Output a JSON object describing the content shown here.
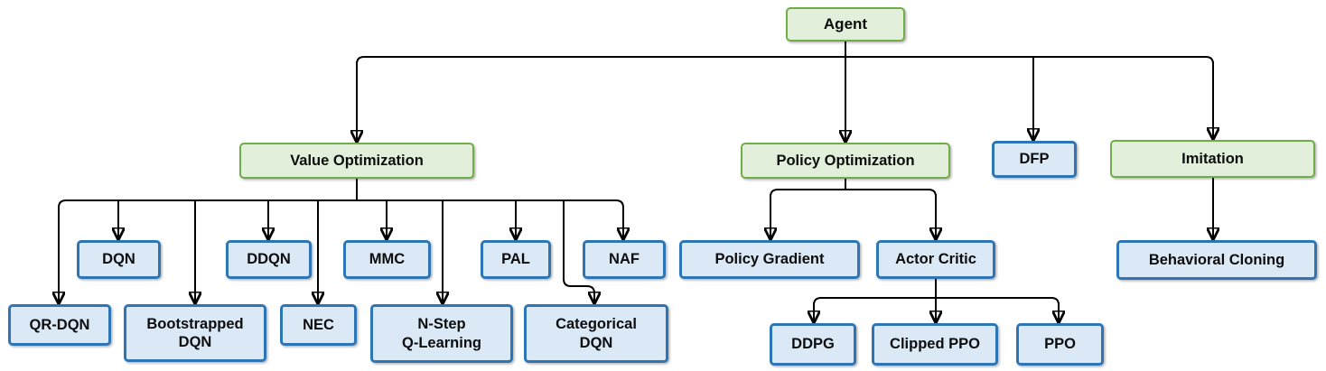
{
  "diagram": {
    "type": "hierarchy-tree",
    "subject": "Reinforcement learning agent algorithm taxonomy",
    "colors": {
      "category_fill": "#e2efda",
      "category_border": "#70ad47",
      "algorithm_fill": "#dbe9f7",
      "algorithm_border": "#2e75b6",
      "connector": "#000000",
      "text": "#0d0d0d",
      "background": "#ffffff"
    },
    "nodes": {
      "agent": {
        "label": "Agent",
        "type": "category"
      },
      "value_optimization": {
        "label": "Value Optimization",
        "type": "category"
      },
      "policy_optimization": {
        "label": "Policy Optimization",
        "type": "category"
      },
      "dfp": {
        "label": "DFP",
        "type": "algorithm"
      },
      "imitation": {
        "label": "Imitation",
        "type": "category"
      },
      "dqn": {
        "label": "DQN",
        "type": "algorithm"
      },
      "ddqn": {
        "label": "DDQN",
        "type": "algorithm"
      },
      "mmc": {
        "label": "MMC",
        "type": "algorithm"
      },
      "pal": {
        "label": "PAL",
        "type": "algorithm"
      },
      "naf": {
        "label": "NAF",
        "type": "algorithm"
      },
      "qr_dqn": {
        "label": "QR-DQN",
        "type": "algorithm"
      },
      "bootstrapped_dqn": {
        "label": "Bootstrapped\nDQN",
        "type": "algorithm"
      },
      "nec": {
        "label": "NEC",
        "type": "algorithm"
      },
      "n_step_q_learning": {
        "label": "N-Step\nQ-Learning",
        "type": "algorithm"
      },
      "categorical_dqn": {
        "label": "Categorical\nDQN",
        "type": "algorithm"
      },
      "policy_gradient": {
        "label": "Policy Gradient",
        "type": "algorithm"
      },
      "actor_critic": {
        "label": "Actor Critic",
        "type": "algorithm"
      },
      "ddpg": {
        "label": "DDPG",
        "type": "algorithm"
      },
      "clipped_ppo": {
        "label": "Clipped PPO",
        "type": "algorithm"
      },
      "ppo": {
        "label": "PPO",
        "type": "algorithm"
      },
      "behavioral_cloning": {
        "label": "Behavioral Cloning",
        "type": "algorithm"
      }
    },
    "edges": [
      {
        "from": "agent",
        "to": "value_optimization"
      },
      {
        "from": "agent",
        "to": "policy_optimization"
      },
      {
        "from": "agent",
        "to": "dfp"
      },
      {
        "from": "agent",
        "to": "imitation"
      },
      {
        "from": "value_optimization",
        "to": "qr_dqn"
      },
      {
        "from": "value_optimization",
        "to": "dqn"
      },
      {
        "from": "value_optimization",
        "to": "bootstrapped_dqn"
      },
      {
        "from": "value_optimization",
        "to": "ddqn"
      },
      {
        "from": "value_optimization",
        "to": "nec"
      },
      {
        "from": "value_optimization",
        "to": "mmc"
      },
      {
        "from": "value_optimization",
        "to": "n_step_q_learning"
      },
      {
        "from": "value_optimization",
        "to": "pal"
      },
      {
        "from": "value_optimization",
        "to": "categorical_dqn"
      },
      {
        "from": "value_optimization",
        "to": "naf"
      },
      {
        "from": "policy_optimization",
        "to": "policy_gradient"
      },
      {
        "from": "policy_optimization",
        "to": "actor_critic"
      },
      {
        "from": "actor_critic",
        "to": "ddpg"
      },
      {
        "from": "actor_critic",
        "to": "clipped_ppo"
      },
      {
        "from": "actor_critic",
        "to": "ppo"
      },
      {
        "from": "imitation",
        "to": "behavioral_cloning"
      }
    ]
  }
}
